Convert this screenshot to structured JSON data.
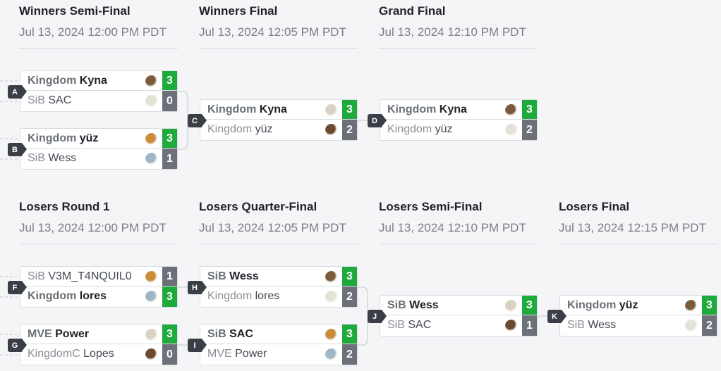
{
  "rounds": {
    "wsf": {
      "title": "Winners Semi-Final",
      "date": "Jul 13, 2024 12:00 PM PDT"
    },
    "wf": {
      "title": "Winners Final",
      "date": "Jul 13, 2024 12:05 PM PDT"
    },
    "gf": {
      "title": "Grand Final",
      "date": "Jul 13, 2024 12:10 PM PDT"
    },
    "lr1": {
      "title": "Losers Round 1",
      "date": "Jul 13, 2024 12:00 PM PDT"
    },
    "lqf": {
      "title": "Losers Quarter-Final",
      "date": "Jul 13, 2024 12:05 PM PDT"
    },
    "lsf": {
      "title": "Losers Semi-Final",
      "date": "Jul 13, 2024 12:10 PM PDT"
    },
    "lf": {
      "title": "Losers Final",
      "date": "Jul 13, 2024 12:15 PM PDT"
    }
  },
  "matches": {
    "A": {
      "label": "A",
      "p1": {
        "prefix": "Kingdom",
        "name": "Kyna",
        "score": "3",
        "win": true
      },
      "p2": {
        "prefix": "SiB",
        "name": "SAC",
        "score": "0",
        "win": false
      }
    },
    "B": {
      "label": "B",
      "p1": {
        "prefix": "Kingdom",
        "name": "yüz",
        "score": "3",
        "win": true
      },
      "p2": {
        "prefix": "SiB",
        "name": "Wess",
        "score": "1",
        "win": false
      }
    },
    "C": {
      "label": "C",
      "p1": {
        "prefix": "Kingdom",
        "name": "Kyna",
        "score": "3",
        "win": true
      },
      "p2": {
        "prefix": "Kingdom",
        "name": "yüz",
        "score": "2",
        "win": false
      }
    },
    "D": {
      "label": "D",
      "p1": {
        "prefix": "Kingdom",
        "name": "Kyna",
        "score": "3",
        "win": true
      },
      "p2": {
        "prefix": "Kingdom",
        "name": "yüz",
        "score": "2",
        "win": false
      }
    },
    "F": {
      "label": "F",
      "p1": {
        "prefix": "SiB",
        "name": "V3M_T4NQUIL0",
        "score": "1",
        "win": false
      },
      "p2": {
        "prefix": "Kingdom",
        "name": "lores",
        "score": "3",
        "win": true
      }
    },
    "G": {
      "label": "G",
      "p1": {
        "prefix": "MVE",
        "name": "Power",
        "score": "3",
        "win": true
      },
      "p2": {
        "prefix": "KingdomC",
        "name": "Lopes",
        "score": "0",
        "win": false
      }
    },
    "H": {
      "label": "H",
      "p1": {
        "prefix": "SiB",
        "name": "Wess",
        "score": "3",
        "win": true
      },
      "p2": {
        "prefix": "Kingdom",
        "name": "lores",
        "score": "2",
        "win": false
      }
    },
    "I": {
      "label": "I",
      "p1": {
        "prefix": "SiB",
        "name": "SAC",
        "score": "3",
        "win": true
      },
      "p2": {
        "prefix": "MVE",
        "name": "Power",
        "score": "2",
        "win": false
      }
    },
    "J": {
      "label": "J",
      "p1": {
        "prefix": "SiB",
        "name": "Wess",
        "score": "3",
        "win": true
      },
      "p2": {
        "prefix": "SiB",
        "name": "SAC",
        "score": "1",
        "win": false
      }
    },
    "K": {
      "label": "K",
      "p1": {
        "prefix": "Kingdom",
        "name": "yüz",
        "score": "3",
        "win": true
      },
      "p2": {
        "prefix": "SiB",
        "name": "Wess",
        "score": "2",
        "win": false
      }
    }
  },
  "colors": {
    "win": "#1eaa3d",
    "loss": "#6b7079",
    "label": "#3a3f47"
  }
}
